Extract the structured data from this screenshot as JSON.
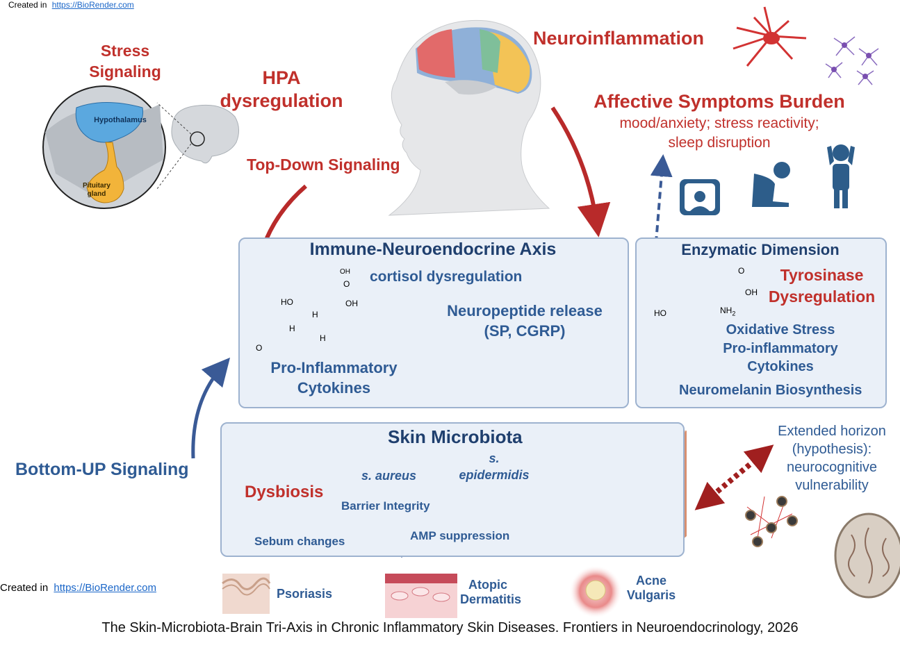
{
  "credit_top": {
    "prefix": "Created in",
    "link": "https://BioRender.com"
  },
  "credit_bottom": {
    "prefix": "Created in",
    "link": "https://BioRender.com"
  },
  "stress": {
    "line1": "Stress",
    "line2": "Signaling"
  },
  "hpa": {
    "line1": "HPA",
    "line2": "dysregulation"
  },
  "top_down": "Top-Down Signaling",
  "hypothalamus": "Hypothalamus",
  "pituitary": {
    "line1": "Pituitary",
    "line2": "gland"
  },
  "neuroinflammation": "Neuroinflammation",
  "affective": {
    "title": "Affective Symptoms Burden",
    "line1": "mood/anxiety; stress reactivity;",
    "line2": "sleep disruption"
  },
  "immune_box": {
    "title": "Immune-Neuroendocrine Axis",
    "cortisol": "cortisol dysregulation",
    "neuropeptide_line1": "Neuropeptide release",
    "neuropeptide_line2": "(SP, CGRP)",
    "cytokines_line1": "Pro-Inflammatory",
    "cytokines_line2": "Cytokines",
    "mol_oh_top": "OH",
    "mol_o": "O",
    "mol_ho": "HO",
    "mol_oh_right": "OH",
    "mol_h1": "H",
    "mol_h2": "H",
    "mol_h3": "H",
    "mol_o_bottom": "O"
  },
  "enzymatic_box": {
    "title": "Enzymatic Dimension",
    "tyrosinase_line1": "Tyrosinase",
    "tyrosinase_line2": "Dysregulation",
    "oxidative": "Oxidative Stress",
    "proinf": "Pro-inflammatory",
    "cytokines": "Cytokines",
    "neuromelanin": "Neuromelanin Biosynthesis",
    "mol_o": "O",
    "mol_oh": "OH",
    "mol_ho": "HO",
    "mol_nh": "NH",
    "mol_nh_sub": "2"
  },
  "microbiota_box": {
    "title": "Skin Microbiota",
    "dysbiosis": "Dysbiosis",
    "s_aureus": "s. aureus",
    "s_epi_line1": "s.",
    "s_epi_line2": "epidermidis",
    "barrier": "Barrier Integrity",
    "sebum": "Sebum changes",
    "amp": "AMP suppression"
  },
  "bottom_up": "Bottom-UP Signaling",
  "horizon": {
    "line1": "Extended horizon",
    "line2": "(hypothesis):",
    "line3": "neurocognitive",
    "line4": "vulnerability"
  },
  "diseases": [
    {
      "label": "Psoriasis"
    },
    {
      "label_line1": "Atopic",
      "label_line2": "Dermatitis"
    },
    {
      "label_line1": "Acne",
      "label_line2": "Vulgaris"
    }
  ],
  "caption": "The Skin-Microbiota-Brain Tri-Axis in Chronic Inflammatory Skin Diseases. Frontiers in Neuroendocrinology, 2026",
  "colors": {
    "red": "#c0302b",
    "blue": "#2f5b94",
    "box_bg": "#eaf0f8",
    "box_border": "#9db2cf"
  }
}
